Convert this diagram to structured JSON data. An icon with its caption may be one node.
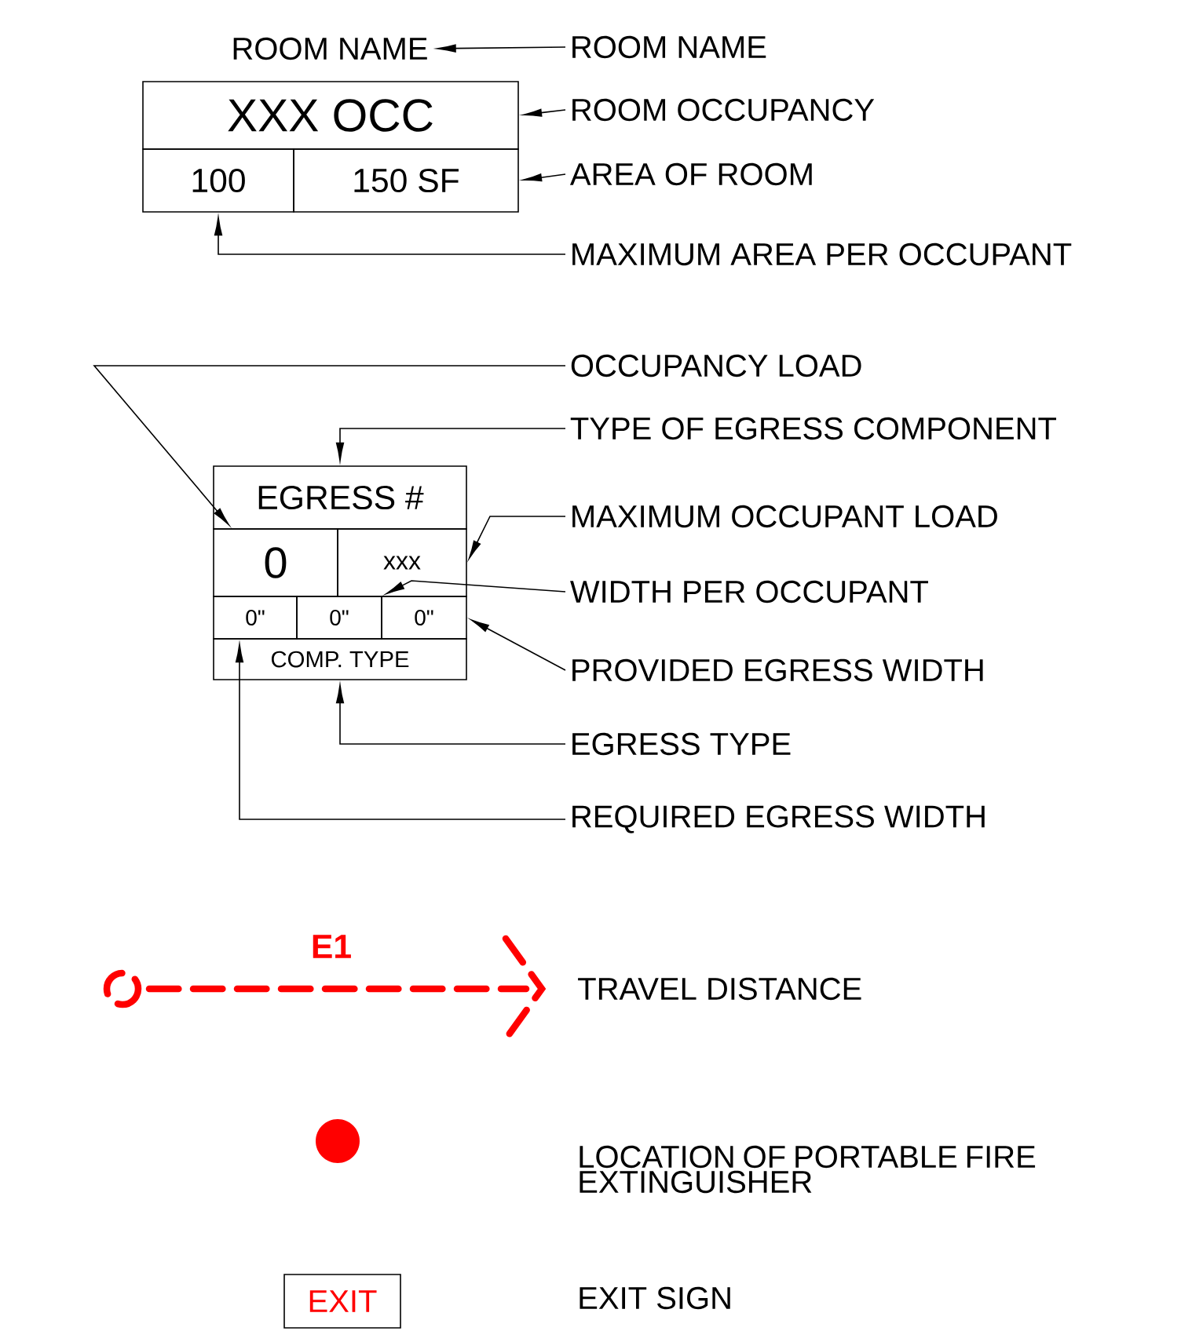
{
  "diagram": {
    "nodes": [
      {
        "text": [
          "ROOM NAME"
        ]
      },
      {
        "text": [
          "ROOM NAME"
        ]
      },
      {
        "text": [
          "XXX OCC"
        ]
      },
      {
        "text": [
          "100"
        ]
      },
      {
        "text": [
          "150 SF"
        ]
      },
      {
        "text": [
          "ROOM OCCUPANCY"
        ]
      },
      {
        "text": [
          "AREA OF ROOM"
        ]
      },
      {
        "text": [
          "MAXIMUM AREA PER OCCUPANT"
        ]
      },
      {
        "text": [
          "EGRESS #"
        ]
      },
      {
        "text": [
          "0"
        ]
      },
      {
        "text": [
          "xxx"
        ]
      },
      {
        "text": [
          "0\""
        ]
      },
      {
        "text": [
          "0\""
        ]
      },
      {
        "text": [
          "0\""
        ]
      },
      {
        "text": [
          "COMP. TYPE"
        ]
      },
      {
        "text": [
          "OCCUPANCY LOAD"
        ]
      },
      {
        "text": [
          "TYPE OF EGRESS COMPONENT"
        ]
      },
      {
        "text": [
          "MAXIMUM OCCUPANT LOAD"
        ]
      },
      {
        "text": [
          "WIDTH PER OCCUPANT"
        ]
      },
      {
        "text": [
          "PROVIDED EGRESS WIDTH"
        ]
      },
      {
        "text": [
          "EGRESS TYPE"
        ]
      },
      {
        "text": [
          "REQUIRED EGRESS WIDTH"
        ]
      },
      {
        "text": [
          "EXIT"
        ]
      }
    ],
    "edges": [
      {
        "from": 1,
        "to": 0,
        "arrow": "to"
      },
      {
        "from": 5,
        "to": 2,
        "arrow": "to"
      },
      {
        "from": 6,
        "to": 4,
        "arrow": "to"
      },
      {
        "from": 7,
        "to": 3,
        "arrow": "to"
      },
      {
        "from": 15,
        "to": 9,
        "arrow": "to"
      },
      {
        "from": 16,
        "to": 8,
        "arrow": "to"
      },
      {
        "from": 17,
        "to": 10,
        "arrow": "to"
      },
      {
        "from": 18,
        "to": 12,
        "arrow": "to"
      },
      {
        "from": 19,
        "to": 13,
        "arrow": "to"
      },
      {
        "from": 20,
        "to": 14,
        "arrow": "to"
      },
      {
        "from": 21,
        "to": 11,
        "arrow": "to"
      }
    ],
    "labels": [
      "E1",
      "TRAVEL DISTANCE",
      "LOCATION OF PORTABLE FIRE EXTINGUISHER",
      "EXIT SIGN"
    ]
  }
}
